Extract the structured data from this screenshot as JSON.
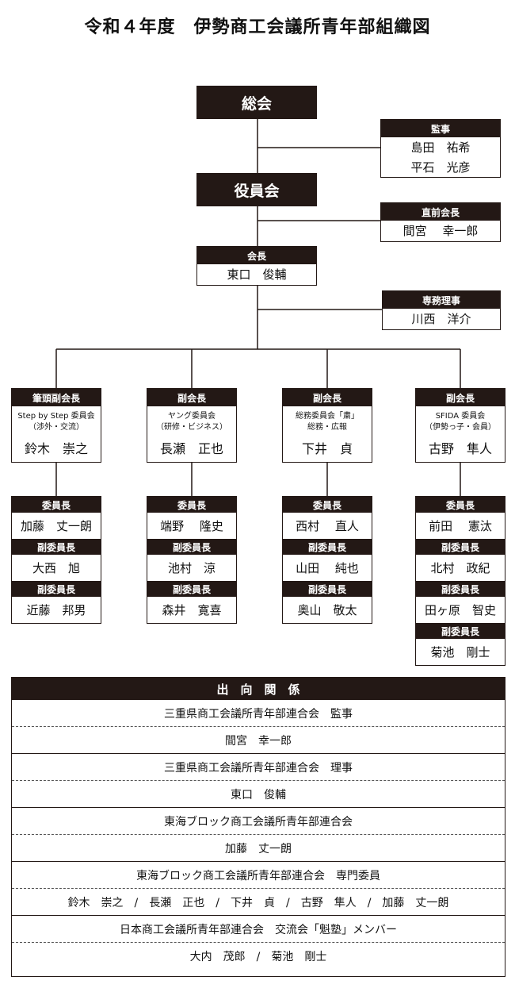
{
  "title": "令和４年度　伊勢商工会議所青年部組織図",
  "general_meeting": "総会",
  "auditor": {
    "label": "監事",
    "names": [
      "島田　祐希",
      "平石　光彦"
    ]
  },
  "officers_meeting": "役員会",
  "past_president": {
    "label": "直前会長",
    "name": "間宮　 幸一郎"
  },
  "president": {
    "label": "会長",
    "name": "東口　俊輔"
  },
  "executive_director": {
    "label": "専務理事",
    "name": "川西　洋介"
  },
  "vice_presidents": [
    {
      "label": "筆頭副会長",
      "committee": "Step by Step 委員会\n（渉外・交流）",
      "name": "鈴木　崇之"
    },
    {
      "label": "副会長",
      "committee": "ヤング委員会\n（研修・ビジネス）",
      "name": "長瀬　正也"
    },
    {
      "label": "副会長",
      "committee": "総務委員会「粛」\n総務・広報",
      "name": "下井　貞"
    },
    {
      "label": "副会長",
      "committee": "SFIDA 委員会\n（伊勢っ子・会員）",
      "name": "古野　隼人"
    }
  ],
  "committees": [
    [
      {
        "role": "委員長",
        "name": "加藤　丈一朗"
      },
      {
        "role": "副委員長",
        "name": "大西　旭"
      },
      {
        "role": "副委員長",
        "name": "近藤　邦男"
      }
    ],
    [
      {
        "role": "委員長",
        "name": "端野　 隆史"
      },
      {
        "role": "副委員長",
        "name": "池村　涼"
      },
      {
        "role": "副委員長",
        "name": "森井　寛喜"
      }
    ],
    [
      {
        "role": "委員長",
        "name": "西村　 直人"
      },
      {
        "role": "副委員長",
        "name": "山田　 純也"
      },
      {
        "role": "副委員長",
        "name": "奥山　敬太"
      }
    ],
    [
      {
        "role": "委員長",
        "name": "前田　 憲汰"
      },
      {
        "role": "副委員長",
        "name": "北村　政紀"
      },
      {
        "role": "副委員長",
        "name": "田ヶ原　智史"
      },
      {
        "role": "副委員長",
        "name": "菊池　剛士"
      }
    ]
  ],
  "secondment": {
    "header": "出　向　関　係",
    "rows": [
      "三重県商工会議所青年部連合会　監事",
      "間宮　幸一郎",
      "三重県商工会議所青年部連合会　理事",
      "東口　俊輔",
      "東海ブロック商工会議所青年部連合会",
      "加藤　丈一朗",
      "東海ブロック商工会議所青年部連合会　専門委員",
      "鈴木　崇之　/　長瀬　正也　/　下井　貞　/　古野　隼人　/　加藤　丈一朗",
      "日本商工会議所青年部連合会　交流会「魁塾」メンバー",
      "大内　茂郎　/　菊池　剛士"
    ]
  }
}
